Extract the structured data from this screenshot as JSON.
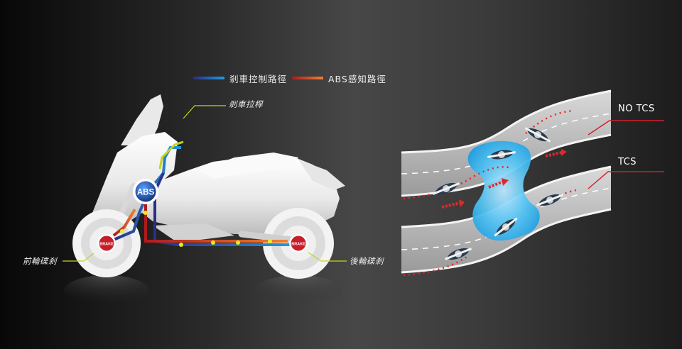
{
  "legend": {
    "brake_control_path": "剎車控制路徑",
    "abs_sensing_path": "ABS感知路徑"
  },
  "callouts": {
    "brake_lever": "剎車拉桿",
    "front_disc": "前輪碟剎",
    "rear_disc": "後輪碟剎"
  },
  "badges": {
    "abs": "ABS",
    "brake": "BRAKE"
  },
  "tcs": {
    "no_tcs": "NO TCS",
    "tcs": "TCS"
  },
  "colors": {
    "brake_path_start": "#2a2f86",
    "brake_path_end": "#1e9be0",
    "abs_path_start": "#b01a1a",
    "abs_path_end": "#f08030",
    "callout_line": "#c8d21e",
    "leader_line": "#d0202a",
    "water": "#29a6e6",
    "arrow_red": "#e0282a"
  }
}
